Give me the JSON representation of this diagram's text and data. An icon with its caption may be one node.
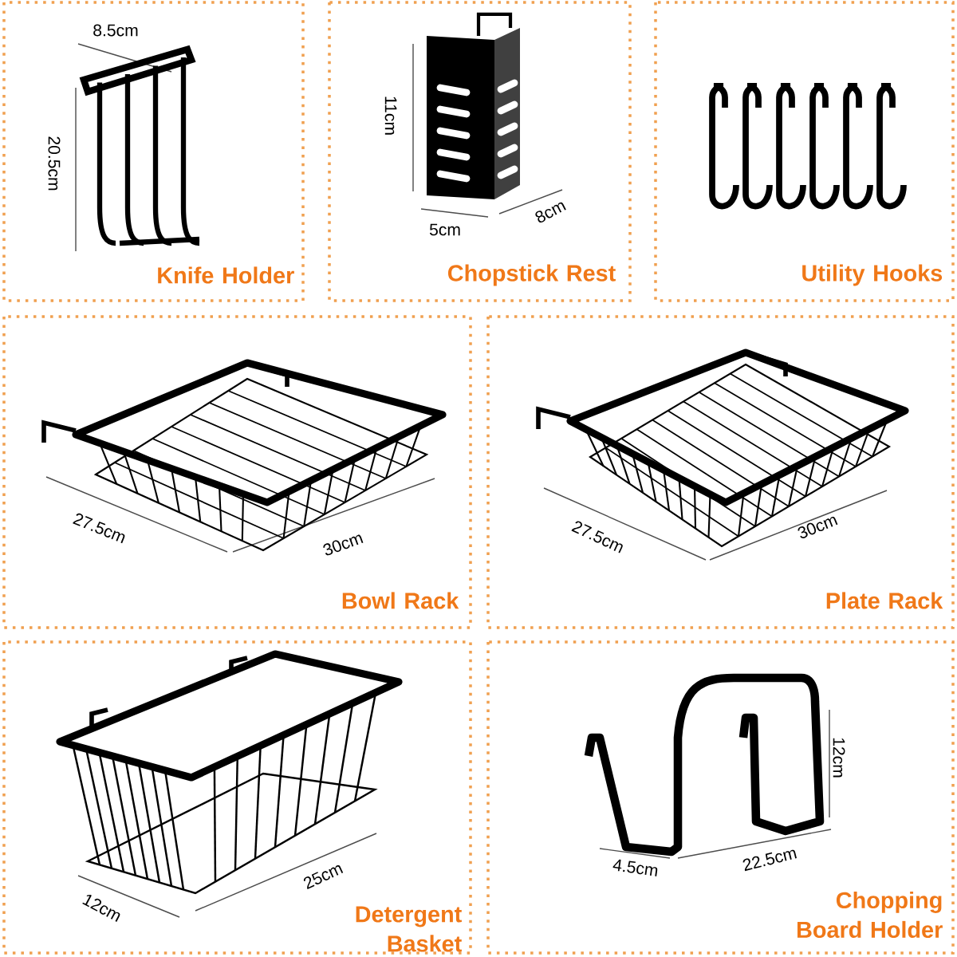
{
  "diagram": {
    "nodes": [
      {
        "text": [
          "Knife Holder"
        ]
      },
      {
        "text": [
          "Chopstick Rest"
        ]
      },
      {
        "text": [
          "Utility Hooks"
        ]
      },
      {
        "text": [
          "Bowl Rack"
        ]
      },
      {
        "text": [
          "Plate Rack"
        ]
      },
      {
        "text": [
          "Detergent Basket"
        ]
      },
      {
        "text": [
          "Chopping Board Holder"
        ]
      }
    ],
    "labels": [
      "8.5cm",
      "20.5cm",
      "11cm",
      "5cm",
      "8cm",
      "27.5cm",
      "30cm",
      "27.5cm",
      "30cm",
      "12cm",
      "4.5cm",
      "22.5cm",
      "25cm",
      "12cm"
    ]
  }
}
